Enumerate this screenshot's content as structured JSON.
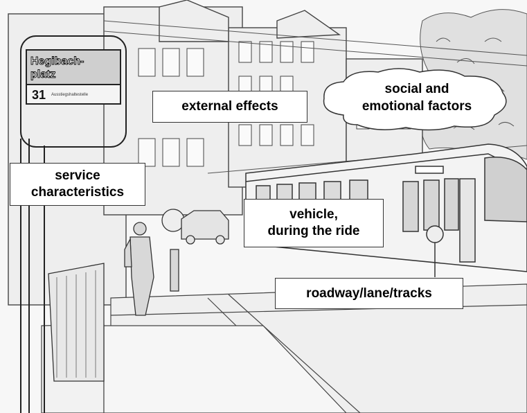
{
  "stop_sign": {
    "name_line1": "Hegibach-",
    "name_line2": "platz",
    "route_number": "31",
    "route_text": "Ausstiegshaltestelle"
  },
  "labels": {
    "external_effects": "external effects",
    "social_emotional": "social and\nemotional factors",
    "service_characteristics": "service\ncharacteristics",
    "vehicle_ride": "vehicle,\nduring the ride",
    "roadway": "roadway/lane/tracks"
  }
}
